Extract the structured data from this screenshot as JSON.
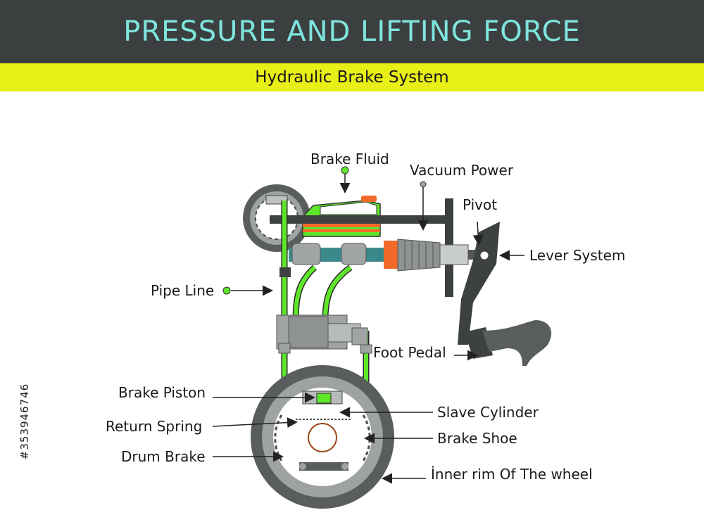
{
  "header": {
    "title": "PRESSURE AND LIFTING FORCE"
  },
  "subheader": {
    "title": "Hydraulic Brake System"
  },
  "labels": {
    "brake_fluid": "Brake Fluid",
    "vacuum_power": "Vacuum Power",
    "pivot": "Pivot",
    "lever_system": "Lever System",
    "pipe_line": "Pipe Line",
    "foot_pedal": "Foot Pedal",
    "brake_piston": "Brake Piston",
    "slave_cylinder": "Slave Cylinder",
    "return_spring": "Return Spring",
    "brake_shoe": "Brake Shoe",
    "drum_brake": "Drum Brake",
    "inner_rim": "İnner rim Of The wheel"
  },
  "stock_id": "#353946746",
  "colors": {
    "header_bg": "#3c3f40",
    "header_text": "#7ee6de",
    "subbar_bg": "#e8ef16",
    "fluid_green": "#5ee62a",
    "dark_gray": "#4a4d4e",
    "orange": "#f26a2a"
  }
}
